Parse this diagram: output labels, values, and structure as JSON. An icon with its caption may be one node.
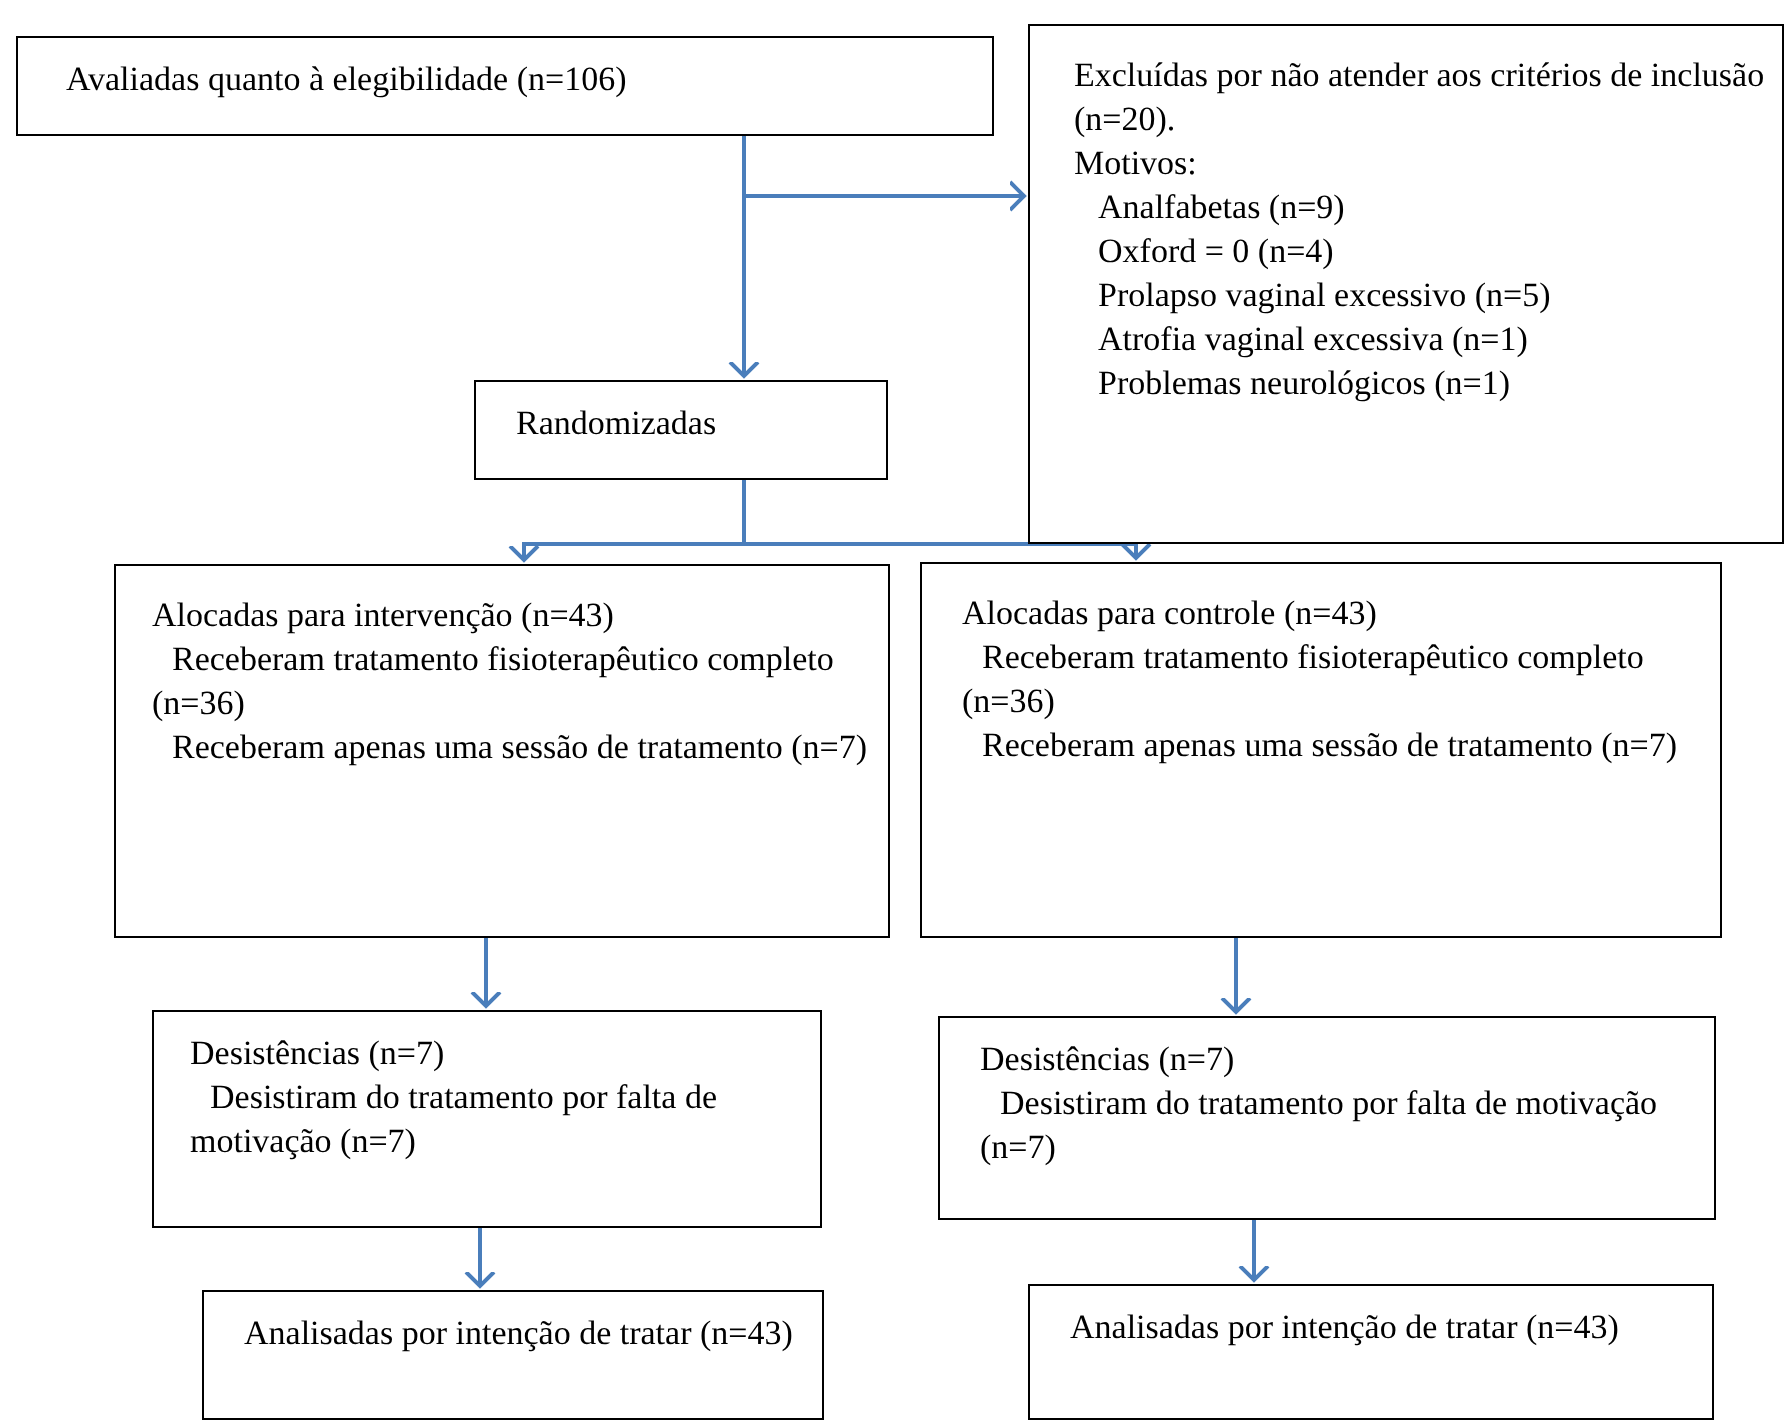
{
  "diagram": {
    "nodes": [
      {
        "text": [
          "Avaliadas quanto à elegibilidade (n=106)"
        ]
      },
      {
        "text": [
          "Excluídas por não atender aos critérios de inclusão (n=20).",
          "Motivos:",
          "Analfabetas (n=9)",
          "Oxford = 0 (n=4)",
          "Prolapso vaginal excessivo (n=5)",
          "Atrofia vaginal excessiva (n=1)",
          "Problemas neurológicos (n=1)"
        ]
      },
      {
        "text": [
          "Randomizadas"
        ]
      },
      {
        "text": [
          "Alocadas para intervenção (n=43)",
          "Receberam tratamento fisioterapêutico completo (n=36)",
          "Receberam apenas uma sessão de tratamento (n=7)"
        ]
      },
      {
        "text": [
          "Alocadas para controle (n=43)",
          "Receberam tratamento fisioterapêutico completo (n=36)",
          "Receberam apenas uma sessão de tratamento (n=7)"
        ]
      },
      {
        "text": [
          "Desistências (n=7)",
          "Desistiram do tratamento por falta de motivação (n=7)"
        ]
      },
      {
        "text": [
          "Desistências (n=7)",
          "Desistiram do tratamento por falta de motivação (n=7)"
        ]
      },
      {
        "text": [
          "Analisadas por intenção de tratar (n=43)"
        ]
      },
      {
        "text": [
          "Analisadas por intenção de tratar (n=43)"
        ]
      }
    ],
    "edges": [
      {
        "from": 0,
        "to": 2,
        "arrow": "to"
      },
      {
        "from": 0,
        "to": 1,
        "arrow": "to"
      },
      {
        "from": 2,
        "to": 3,
        "arrow": "to"
      },
      {
        "from": 2,
        "to": 4,
        "arrow": "to"
      },
      {
        "from": 3,
        "to": 5,
        "arrow": "to"
      },
      {
        "from": 4,
        "to": 6,
        "arrow": "to"
      },
      {
        "from": 5,
        "to": 7,
        "arrow": "to"
      },
      {
        "from": 6,
        "to": 8,
        "arrow": "to"
      }
    ]
  }
}
